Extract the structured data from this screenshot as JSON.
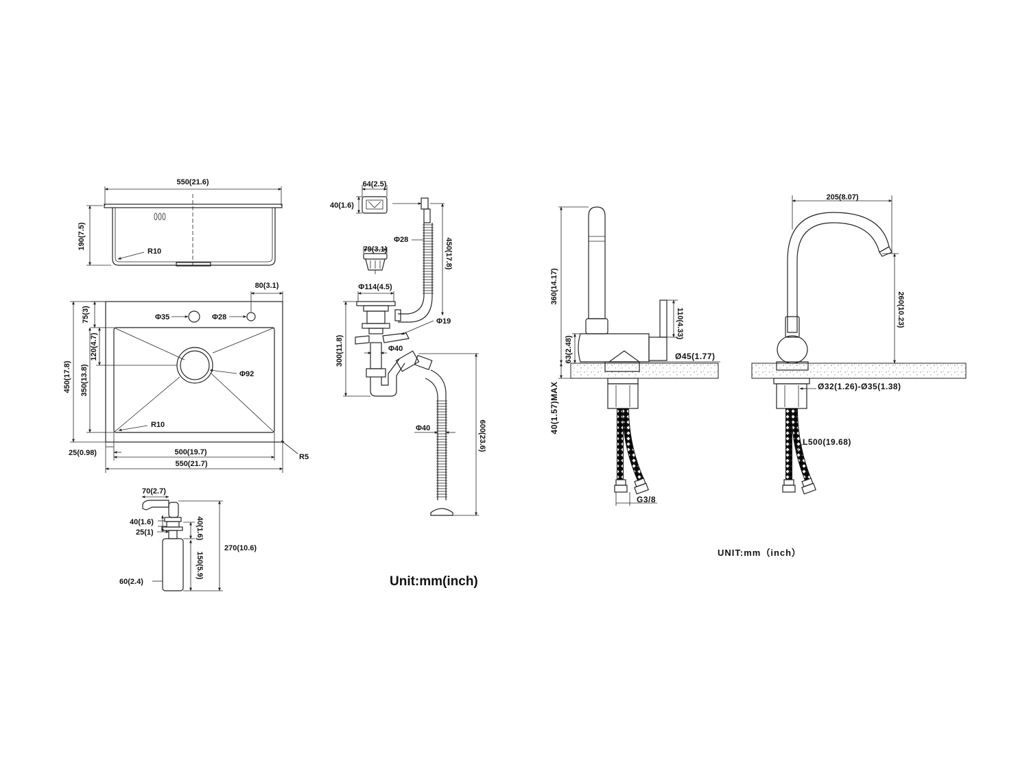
{
  "sink": {
    "width_top": "550(21.6)",
    "depth": "190(7.5)",
    "inner_radius_side": "R10",
    "hole_spacing": "80(3.1)",
    "front_to_hole": "75(3)",
    "hole_35": "Φ35",
    "hole_28": "Φ28",
    "drain_offset": "120(4.7)",
    "outer_depth": "450(17.8)",
    "inner_depth": "350(13.8)",
    "drain_dia": "Φ92",
    "inner_radius": "R10",
    "rim": "25(0.98)",
    "inner_width": "500(19.7)",
    "outer_width": "550(21.7)",
    "corner_radius": "R5"
  },
  "drain": {
    "overflow_width": "64(2.5)",
    "overflow_height": "40(1.6)",
    "hose_dia": "Φ28",
    "hose_length": "450(17.8)",
    "basket_dia": "79(3.1)",
    "flange_dia": "Φ114(4.5)",
    "side_port": "Φ19",
    "pipe_dia": "Φ40",
    "drain_height": "300(11.8)",
    "outlet_dia": "Φ40",
    "outlet_length": "600(23.6)",
    "unit_label": "Unit:mm(inch)"
  },
  "dispenser": {
    "spout": "70(2.7)",
    "head": "40(1.6)",
    "neck": "25(1)",
    "bottle_dia": "60(2.4)",
    "top_height": "40(1.6)",
    "bottle_height": "150(5.9)",
    "total_height": "270(10.6)"
  },
  "faucet_side": {
    "total_height": "360(14.17)",
    "handle_height": "110(4.33)",
    "base_height": "63(2.48)",
    "base_dia": "Ø45(1.77)",
    "counter_max": "40(1.57)MAX",
    "thread": "G3/8"
  },
  "faucet_front": {
    "reach": "205(8.07)",
    "spout_height": "260(10.23)",
    "hole_range": "Ø32(1.26)-Ø35(1.38)",
    "hose_length": "L500(19.68)",
    "unit_label": "UNIT:mm（inch）"
  },
  "colors": {
    "line": "#222222",
    "background": "#ffffff"
  }
}
